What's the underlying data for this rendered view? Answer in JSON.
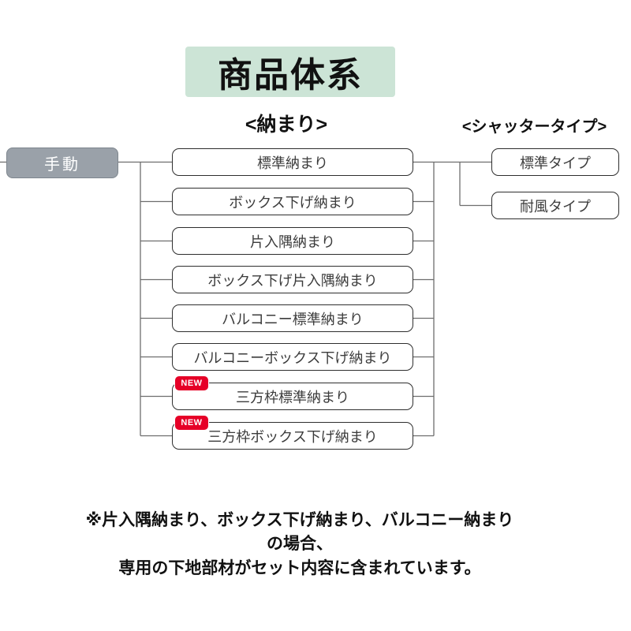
{
  "title": "商品体系",
  "headings": {
    "nakamari": "<納まり>",
    "shutter_type": "<シャッタータイプ>"
  },
  "root": {
    "label": "手動"
  },
  "nakamari_items": [
    {
      "label": "標準納まり"
    },
    {
      "label": "ボックス下げ納まり"
    },
    {
      "label": "片入隅納まり"
    },
    {
      "label": "ボックス下げ片入隅納まり"
    },
    {
      "label": "バルコニー標準納まり"
    },
    {
      "label": "バルコニーボックス下げ納まり"
    },
    {
      "label": "三方枠標準納まり",
      "badge": "NEW"
    },
    {
      "label": "三方枠ボックス下げ納まり",
      "badge": "NEW"
    }
  ],
  "shutter_types": [
    {
      "label": "標準タイプ"
    },
    {
      "label": "耐風タイプ"
    }
  ],
  "note": {
    "line1": "※片入隅納まり、ボックス下げ納まり、バルコニー納まりの場合、",
    "line2": "専用の下地部材がセット内容に含まれています。"
  },
  "colors": {
    "title_bg": "#cce4d6",
    "root_bg": "#9aa1a9",
    "badge_bg": "#e60027",
    "box_border": "#2e2e2e",
    "connector_line": "#6e6e6e"
  }
}
